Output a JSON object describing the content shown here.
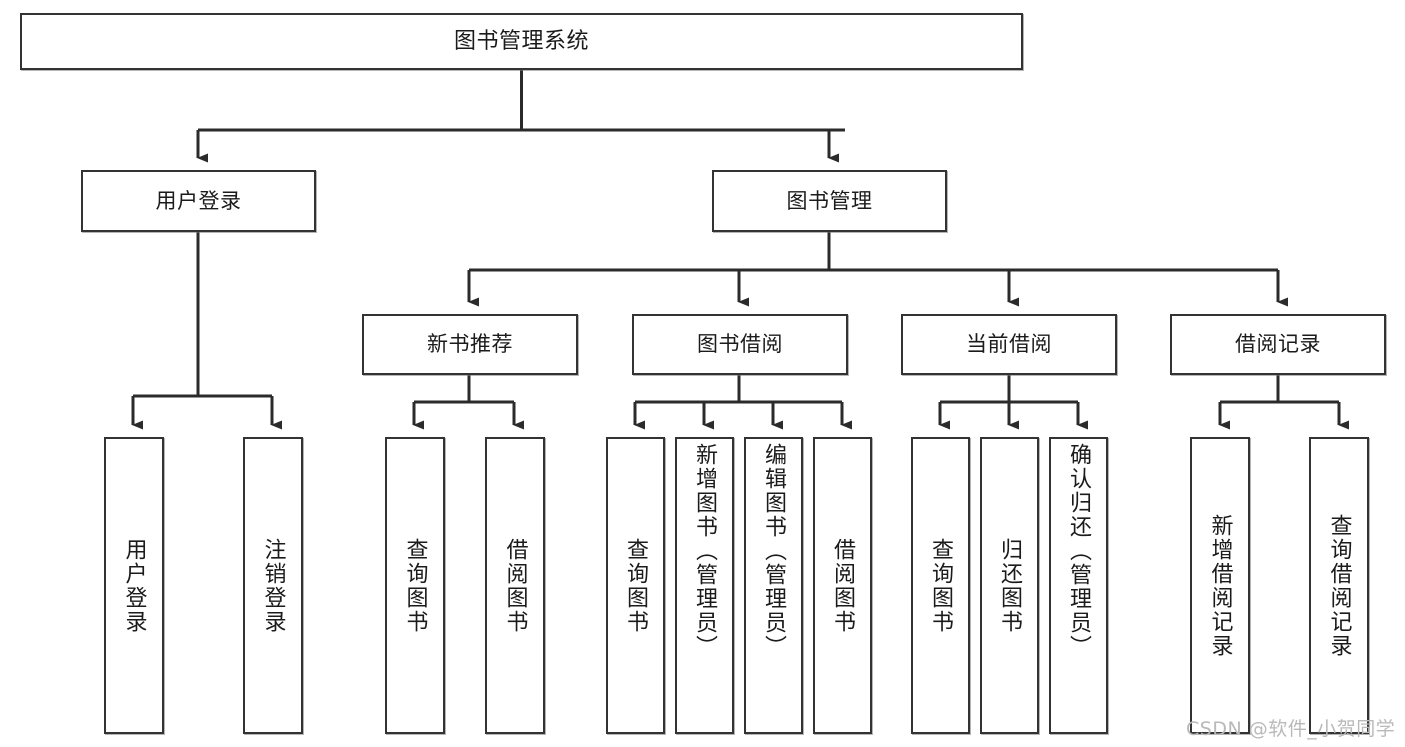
{
  "diagram": {
    "type": "tree-hierarchy-chart",
    "title": "图书管理系统",
    "watermark": "CSDN @软件_小贺同学",
    "colors": {
      "box_border": "#333333",
      "box_fill": "#ffffff",
      "connector": "#333333",
      "text": "#1b1b1b",
      "watermark": "#b9b9b9",
      "background": "#ffffff"
    }
  },
  "nodes": {
    "root": {
      "label": "图书管理系统"
    },
    "level2": [
      {
        "id": "user-login",
        "label": "用户登录"
      },
      {
        "id": "book-management",
        "label": "图书管理"
      }
    ],
    "level3": [
      {
        "id": "new-book-recommend",
        "label": "新书推荐"
      },
      {
        "id": "book-borrow",
        "label": "图书借阅"
      },
      {
        "id": "current-borrow",
        "label": "当前借阅"
      },
      {
        "id": "borrow-record",
        "label": "借阅记录"
      }
    ],
    "leaves": {
      "user_login": [
        {
          "id": "leaf-user-login",
          "label": "用户登录"
        },
        {
          "id": "leaf-user-logout",
          "label": "注销登录"
        }
      ],
      "new_book_recommend": [
        {
          "id": "leaf-query-book-1",
          "label": "查询图书"
        },
        {
          "id": "leaf-borrow-book-1",
          "label": "借阅图书"
        }
      ],
      "book_borrow": [
        {
          "id": "leaf-query-book-2",
          "label": "查询图书"
        },
        {
          "id": "leaf-add-book",
          "label": "新增图书（管理员）"
        },
        {
          "id": "leaf-edit-book",
          "label": "编辑图书（管理员）"
        },
        {
          "id": "leaf-borrow-book-2",
          "label": "借阅图书"
        }
      ],
      "current_borrow": [
        {
          "id": "leaf-query-book-3",
          "label": "查询图书"
        },
        {
          "id": "leaf-return-book",
          "label": "归还图书"
        },
        {
          "id": "leaf-confirm-return",
          "label": "确认归还（管理员）"
        }
      ],
      "borrow_record": [
        {
          "id": "leaf-add-record",
          "label": "新增借阅记录"
        },
        {
          "id": "leaf-query-record",
          "label": "查询借阅记录"
        }
      ]
    }
  }
}
